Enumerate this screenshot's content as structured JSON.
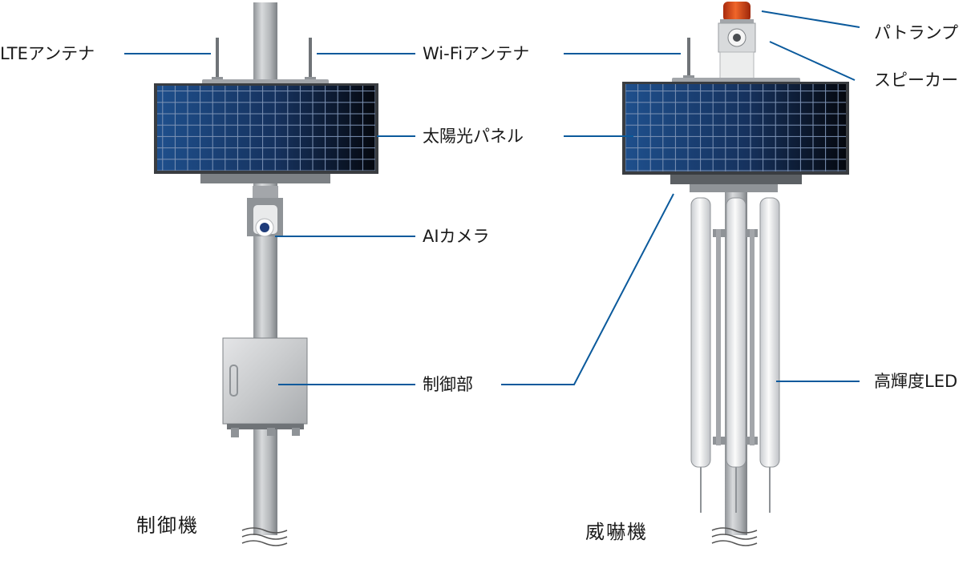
{
  "labels": {
    "lte_antenna": "LTEアンテナ",
    "wifi_antenna": "Wi-Fiアンテナ",
    "solar_panel": "太陽光パネル",
    "ai_camera": "AIカメラ",
    "control_unit": "制御部",
    "patrol_lamp": "パトランプ",
    "speaker": "スピーカー",
    "high_brightness_led": "高輝度LED"
  },
  "captions": {
    "control_machine": "制御機",
    "deterrent_machine": "威嚇機"
  },
  "colors": {
    "leader_line": "#0b5a9c",
    "pole": "#b9bcc0",
    "panel_cell": "#13305f",
    "lamp": "#d9481c"
  }
}
